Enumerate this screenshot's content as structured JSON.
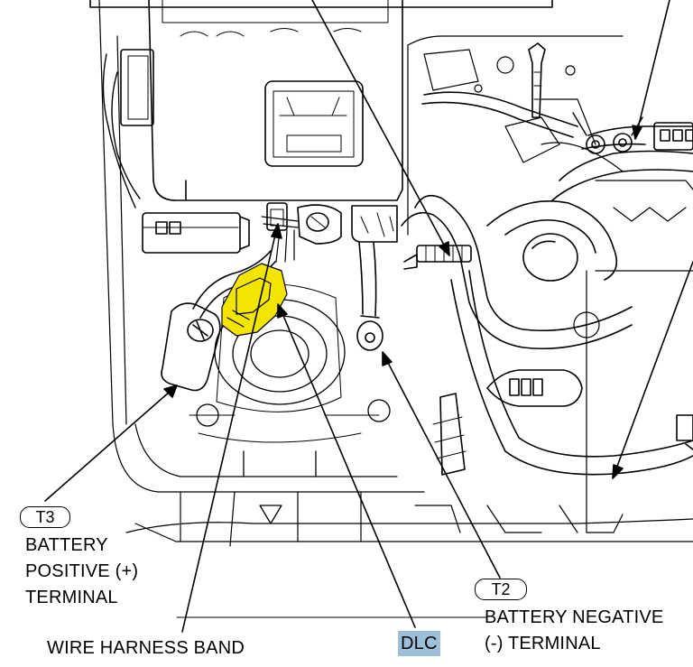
{
  "callouts": {
    "t3": {
      "tag": "T3",
      "lines": [
        "BATTERY",
        "POSITIVE (+)",
        "TERMINAL"
      ]
    },
    "t2": {
      "tag": "T2",
      "lines": [
        "BATTERY NEGATIVE",
        "(-) TERMINAL"
      ]
    },
    "wire_harness_band": "WIRE HARNESS BAND",
    "dlc": "DLC"
  },
  "colors": {
    "line": "#000000",
    "highlight_connector": "#f2e500",
    "dlc_label_background": "#9dbfd9"
  }
}
